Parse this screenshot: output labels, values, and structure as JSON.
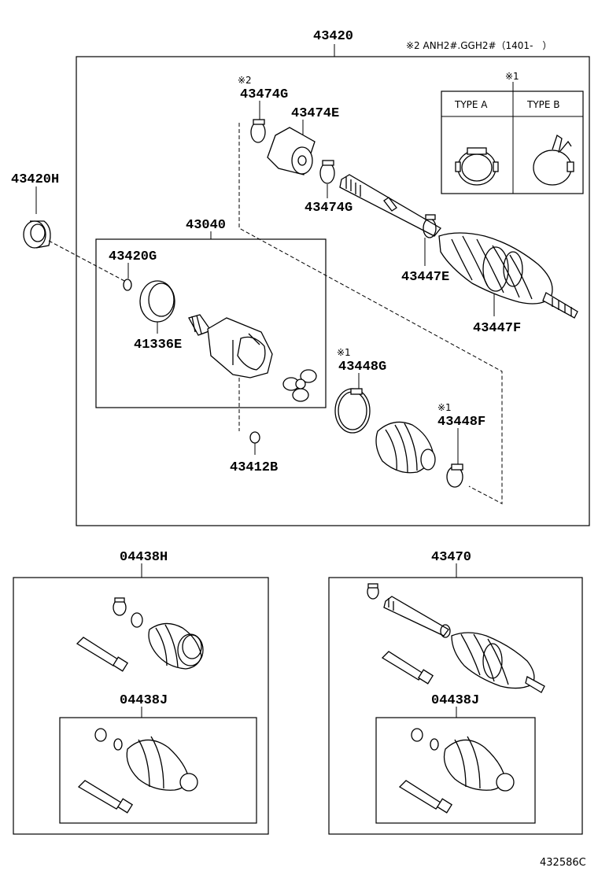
{
  "labels": {
    "main_assembly": "43420",
    "note2_header": "※2 ANH2#.GGH2#（1401-　）",
    "note1_mark": "※1",
    "type_a": "TYPE A",
    "type_b": "TYPE B",
    "p43474g_top_mark": "※2",
    "p43474g_top": "43474G",
    "p43474e": "43474E",
    "p43474g_mid": "43474G",
    "p43420h": "43420H",
    "p43040": "43040",
    "p43420g": "43420G",
    "p41336e": "41336E",
    "p43447e": "43447E",
    "p43447f": "43447F",
    "p43448g_mark": "※1",
    "p43448g": "43448G",
    "p43448f_mark": "※1",
    "p43448f": "43448F",
    "p43412b": "43412B",
    "kit_04438h": "04438H",
    "kit_04438j_left": "04438J",
    "kit_43470": "43470",
    "kit_04438j_right": "04438J",
    "figure_id": "432586C"
  }
}
